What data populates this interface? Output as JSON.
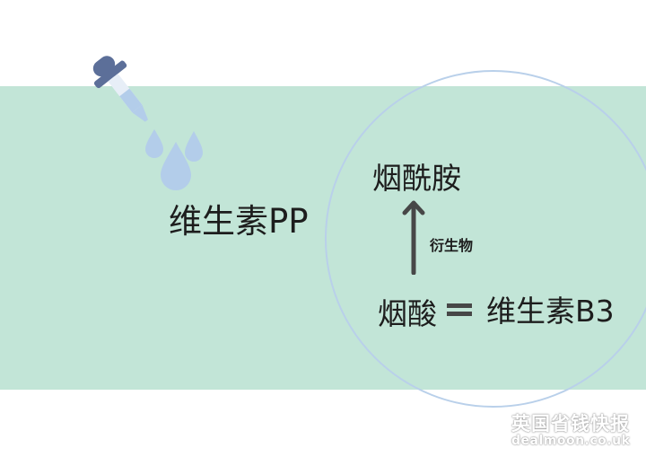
{
  "colors": {
    "band": "#c2e5d7",
    "ring": "#b9d0ea",
    "dropper": "#5c6f99",
    "drop": "#b3cdea",
    "text": "#1d1d1d",
    "arrow": "#474747"
  },
  "diagram": {
    "main_label": "维生素PP",
    "derivative_label": "烟酰胺",
    "relation_label": "衍生物",
    "acid_label": "烟酸",
    "alias_label": "维生素B3"
  },
  "icons": {
    "dropper": "dropper-icon",
    "arrow": "arrow-up-icon",
    "equals": "equals-icon"
  },
  "watermark": {
    "cn": "英国省钱快报",
    "en": "dealmoon.co.uk"
  }
}
